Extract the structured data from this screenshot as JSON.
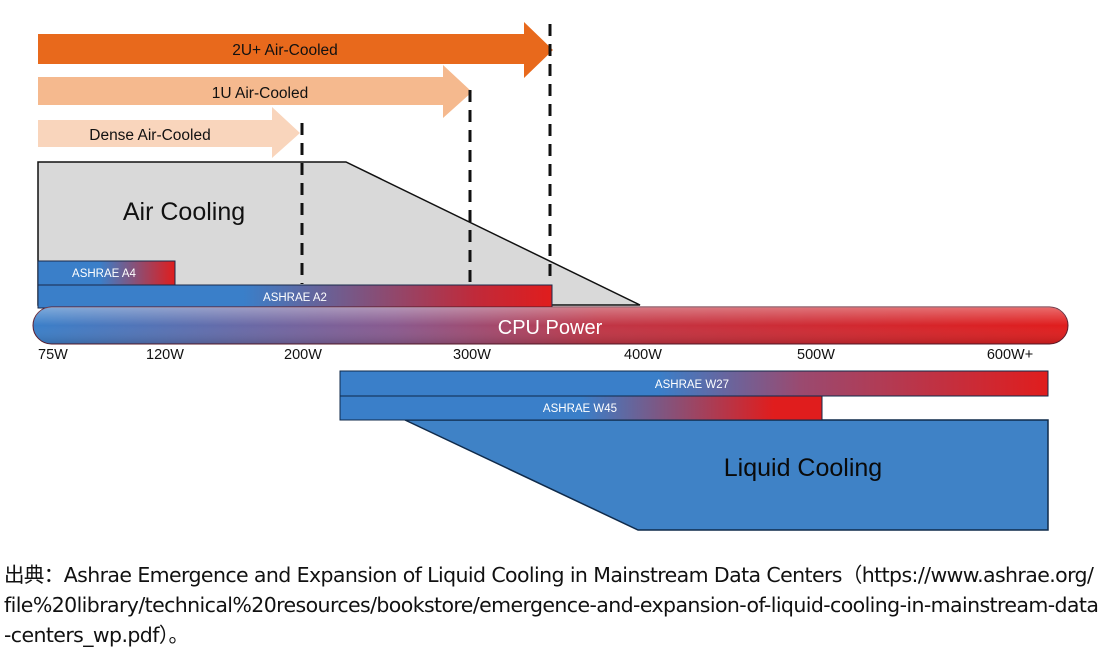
{
  "diagram": {
    "arrows": [
      {
        "label": "2U+ Air-Cooled",
        "color": "#e8691c",
        "upto": "350W"
      },
      {
        "label": "1U Air-Cooled",
        "color": "#f5b98e",
        "upto": "300W"
      },
      {
        "label": "Dense Air-Cooled",
        "color": "#f9d5bc",
        "upto": "200W"
      }
    ],
    "air_cooling": {
      "label": "Air Cooling",
      "color": "#d9d9d9"
    },
    "air_bars": [
      {
        "label": "ASHRAE A4"
      },
      {
        "label": "ASHRAE A2"
      }
    ],
    "cpu_power": {
      "label": "CPU Power",
      "start_color": "#3a7fc9",
      "end_color": "#e02020"
    },
    "ticks": [
      "75W",
      "120W",
      "200W",
      "300W",
      "400W",
      "500W",
      "600W+"
    ],
    "liquid_bars": [
      {
        "label": "ASHRAE W27"
      },
      {
        "label": "ASHRAE W45"
      }
    ],
    "liquid_cooling": {
      "label": "Liquid Cooling",
      "color": "#3f82c6"
    }
  },
  "caption": "出典：Ashrae Emergence and Expansion of Liquid Cooling in Mainstream Data Centers（https://www.ashrae.org/file%20library/technical%20resources/bookstore/emergence-and-expansion-of-liquid-cooling-in-mainstream-data-centers_wp.pdf）。"
}
